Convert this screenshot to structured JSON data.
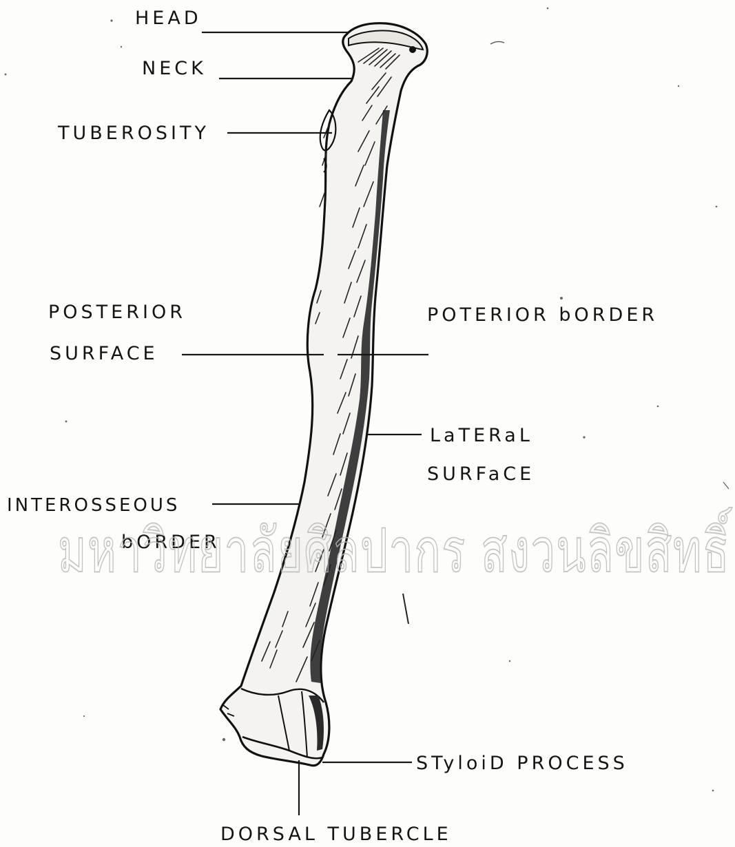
{
  "labels": {
    "head": "HEAD",
    "neck": "NECK",
    "tuberosity": "TUBEROSITY",
    "posterior_surface_line1": "POSTERIOR",
    "posterior_surface_line2": "SURFACE",
    "posterior_border": "POTERIOR bORDER",
    "lateral_surface_line1": "LaTERaL",
    "lateral_surface_line2": "SURFaCE",
    "interosseous_border_line1": "INTEROSSEOUS",
    "interosseous_border_line2": "bORDER",
    "styloid_process": "STyloiD PROCESS",
    "dorsal_tubercle": "DORSAL TUBERCLE"
  },
  "watermark": "มหาวิทยาลัยศิลปากร สงวนลิขสิทธิ์",
  "colors": {
    "ink": "#141414",
    "paper": "#fdfdfb",
    "watermark": "#b9b9b9"
  }
}
